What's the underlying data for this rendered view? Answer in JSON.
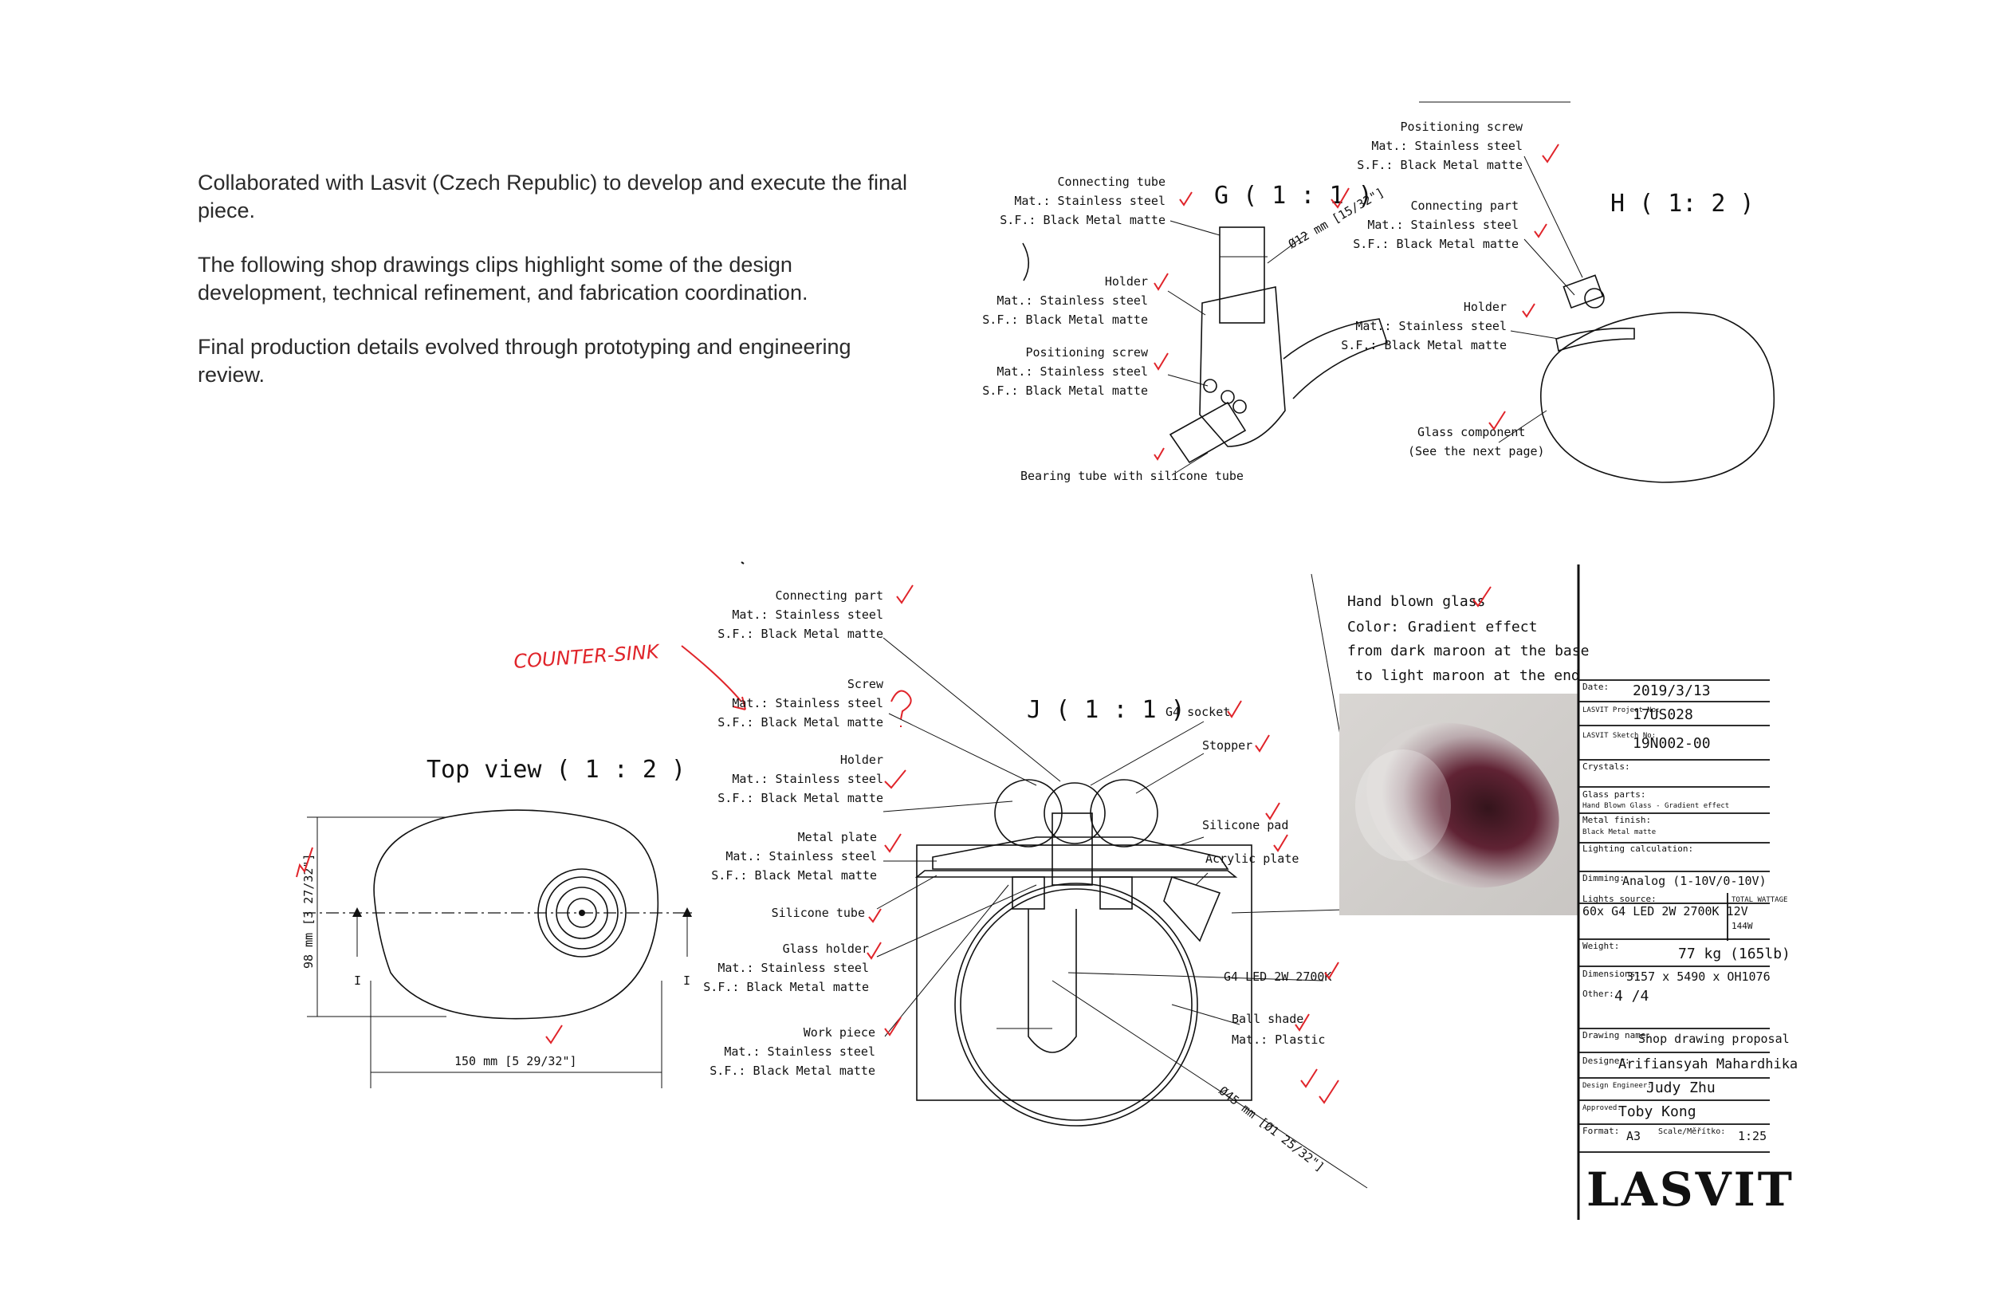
{
  "intro": {
    "p1": "Collaborated with Lasvit (Czech Republic) to develop and execute the final piece.",
    "p2": "The following shop drawings clips highlight some of the design development, technical refinement, and fabrication coordination.",
    "p3": "Final production details evolved through prototyping and engineering review."
  },
  "detail_g": {
    "title": "G ( 1 : 1 )",
    "dim": "Ø12 mm [15/32\"]",
    "connecting_tube": [
      "Connecting tube",
      "Mat.: Stainless steel",
      "S.F.: Black Metal matte"
    ],
    "holder": [
      "Holder",
      "Mat.: Stainless steel",
      "S.F.: Black Metal matte"
    ],
    "positioning_screw": [
      "Positioning screw",
      "Mat.: Stainless steel",
      "S.F.: Black Metal matte"
    ],
    "bearing_tube": "Bearing tube with silicone tube"
  },
  "detail_h": {
    "title": "H ( 1: 2 )",
    "positioning_screw": [
      "Positioning screw",
      "Mat.: Stainless steel",
      "S.F.: Black Metal matte"
    ],
    "connecting_part": [
      "Connecting part",
      "Mat.: Stainless steel",
      "S.F.: Black Metal matte"
    ],
    "holder": [
      "Holder",
      "Mat.: Stainless steel",
      "S.F.: Black Metal matte"
    ],
    "glass_component": [
      "Glass component",
      "(See the next page)"
    ]
  },
  "top_view": {
    "title": "Top view ( 1 : 2 )",
    "dim_height": "98 mm [3 27/32\"]",
    "dim_width": "150 mm [5 29/32\"]",
    "section_mark": "I"
  },
  "annotation_red": "COUNTER-SINK",
  "detail_j": {
    "title": "J ( 1 : 1 )",
    "connecting_part": [
      "Connecting part",
      "Mat.: Stainless steel",
      "S.F.: Black Metal matte"
    ],
    "screw": [
      "Screw",
      "Mat.: Stainless steel",
      "S.F.: Black Metal matte"
    ],
    "holder": [
      "Holder",
      "Mat.: Stainless steel",
      "S.F.: Black Metal matte"
    ],
    "metal_plate": [
      "Metal plate",
      "Mat.: Stainless steel",
      "S.F.: Black Metal matte"
    ],
    "silicone_tube": "Silicone tube",
    "glass_holder": [
      "Glass holder",
      "Mat.: Stainless steel",
      "S.F.: Black Metal matte"
    ],
    "work_piece": [
      "Work piece",
      "Mat.: Stainless steel",
      "S.F.: Black Metal matte"
    ],
    "g4_socket": "G4 socket",
    "stopper": "Stopper",
    "silicone_pad": "Silicone pad",
    "acrylic_plate": "Acrylic plate",
    "g4_led": "G4 LED 2W 2700K",
    "ball_shade": [
      "Ball shade",
      "Mat.: Plastic"
    ],
    "dim": "Ø45 mm [Ø1 25/32\"]"
  },
  "glass_note": [
    "Hand blown glass",
    "Color: Gradient effect",
    "from dark maroon at the base",
    "to light maroon at the end"
  ],
  "title_block": {
    "date_label": "Date:",
    "date": "2019/3/13",
    "project_label": "LASVIT Project No:",
    "project": "17US028",
    "sketch_label": "LASVIT Sketch No:",
    "sketch": "19N002-00",
    "crystals_label": "Crystals:",
    "glass_parts_label": "Glass parts:",
    "glass_parts": "Hand Blown Glass - Gradient effect",
    "metal_finish_label": "Metal finish:",
    "metal_finish": "Black Metal matte",
    "lighting_label": "Lighting calculation:",
    "dimming_label": "Dimming:",
    "dimming": "Analog (1-10V/0-10V)",
    "light_source_label": "Lights source:",
    "light_source": "60x G4 LED 2W 2700K 12V",
    "total_label": "TOTAL WATTAGE",
    "total": "144W",
    "weight_label": "Weight:",
    "weight": "77 kg (165lb)",
    "dimensions_label": "Dimensions:",
    "dimensions": "3157 x 5490 x OH1076",
    "other_label": "Other:",
    "other": "4 /4",
    "drawing_name_label": "Drawing name:",
    "drawing_name": "Shop drawing proposal",
    "designer_label": "Designer:",
    "designer": "Arifiansyah Mahardhika",
    "engineer_label": "Design Engineer:",
    "engineer": "Judy Zhu",
    "approved_label": "Approved:",
    "approved": "Toby Kong",
    "format_label": "Format:",
    "format": "A3",
    "scale_label": "Scale/Měřítko:",
    "scale": "1:25",
    "logo": "LASVIT"
  },
  "colors": {
    "annotation": "#e0242a",
    "ink": "#111111",
    "glass": "#4a1422"
  }
}
